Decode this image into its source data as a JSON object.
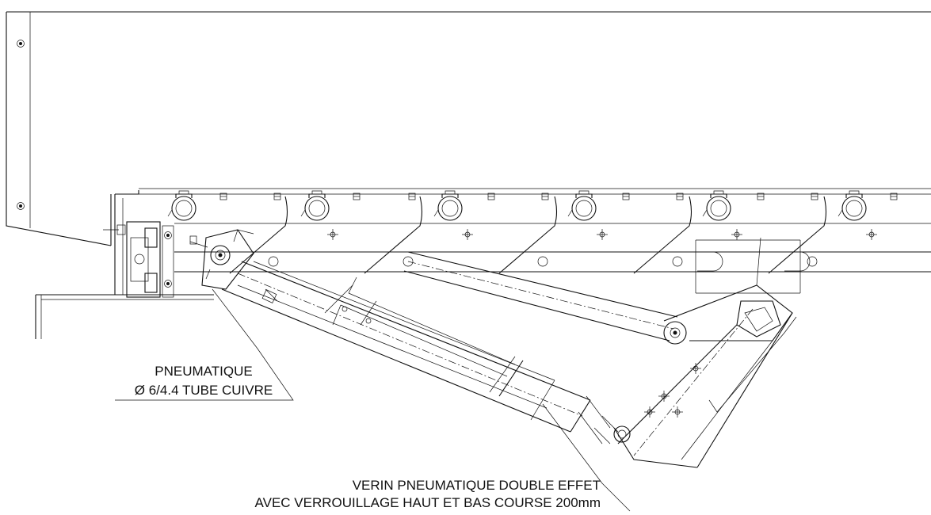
{
  "annotations": {
    "tube_line1": "PNEUMATIQUE",
    "tube_line2": "Ø 6/4.4  TUBE CUIVRE",
    "cylinder_line1": "VERIN PNEUMATIQUE DOUBLE EFFET",
    "cylinder_line2": "AVEC VERROUILLAGE HAUT ET BAS COURSE 200mm"
  }
}
